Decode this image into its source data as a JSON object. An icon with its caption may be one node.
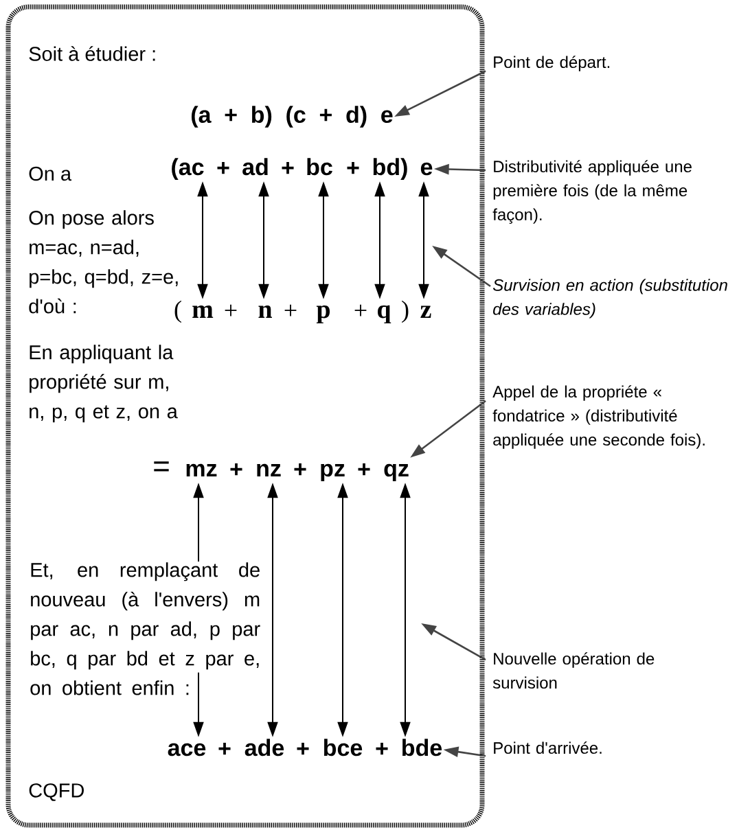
{
  "diagram": {
    "nodes": [
      {
        "text": [
          "(a + b) (c + d) e"
        ]
      },
      {
        "text": [
          "(ac"
        ]
      },
      {
        "text": [
          "ad"
        ]
      },
      {
        "text": [
          "bc"
        ]
      },
      {
        "text": [
          "bd)"
        ]
      },
      {
        "text": [
          "e"
        ]
      },
      {
        "text": [
          "m"
        ]
      },
      {
        "text": [
          "n"
        ]
      },
      {
        "text": [
          "p"
        ]
      },
      {
        "text": [
          "q"
        ]
      },
      {
        "text": [
          "z"
        ]
      },
      {
        "text": [
          "mz"
        ]
      },
      {
        "text": [
          "nz"
        ]
      },
      {
        "text": [
          "pz"
        ]
      },
      {
        "text": [
          "qz"
        ]
      },
      {
        "text": [
          "Et, en remplaçant de nouveau (à l'envers) m par ac, n par ad, p par bc, q par bd et z par e, on obtient enfin :"
        ]
      },
      {
        "text": [
          "ace"
        ]
      },
      {
        "text": [
          "ade"
        ]
      },
      {
        "text": [
          "bce"
        ]
      },
      {
        "text": [
          "bde"
        ]
      },
      {
        "text": [
          "Point de départ."
        ]
      },
      {
        "text": [
          "Distributivité appliquée une première fois (de la même façon)."
        ]
      },
      {
        "text": [
          "Survision en action (substitution des variables)"
        ]
      },
      {
        "text": [
          "Appel de la propriéte « fondatrice » (distributivité appliquée une seconde fois)."
        ]
      },
      {
        "text": [
          "Nouvelle opération de survision"
        ]
      },
      {
        "text": [
          "Point d'arrivée."
        ]
      }
    ],
    "edges": [
      {
        "from": 1,
        "to": 6,
        "arrow": "both"
      },
      {
        "from": 2,
        "to": 7,
        "arrow": "both"
      },
      {
        "from": 3,
        "to": 8,
        "arrow": "both"
      },
      {
        "from": 4,
        "to": 9,
        "arrow": "both"
      },
      {
        "from": 5,
        "to": 10,
        "arrow": "both"
      },
      {
        "from": 15,
        "to": 11,
        "arrow": "to"
      },
      {
        "from": 15,
        "to": 16,
        "arrow": "to"
      },
      {
        "from": 12,
        "to": 17,
        "arrow": "both"
      },
      {
        "from": 13,
        "to": 18,
        "arrow": "both"
      },
      {
        "from": 14,
        "to": 19,
        "arrow": "both"
      },
      {
        "from": 20,
        "to": 0,
        "arrow": "to",
        "color": "#444444"
      },
      {
        "from": 21,
        "to": 5,
        "arrow": "to",
        "color": "#444444"
      },
      {
        "from": 22,
        "to": null,
        "arrow": "to",
        "color": "#444444"
      },
      {
        "from": 23,
        "to": 14,
        "arrow": "to",
        "color": "#444444"
      },
      {
        "from": 24,
        "to": null,
        "arrow": "to",
        "color": "#444444"
      },
      {
        "from": 25,
        "to": 19,
        "arrow": "to",
        "color": "#444444"
      }
    ],
    "labels": [
      "Soit à étudier :",
      "On a",
      "+",
      "+",
      "+",
      "On pose alors m=ac, n=ad, p=bc, q=bd, z=e, d'où :",
      "(",
      "+",
      "+",
      "+",
      ")",
      "En appliquant la propriété sur m, n, p, q et z, on a",
      "=",
      "+",
      "+",
      "+",
      "+",
      "+",
      "+",
      "CQFD"
    ]
  }
}
